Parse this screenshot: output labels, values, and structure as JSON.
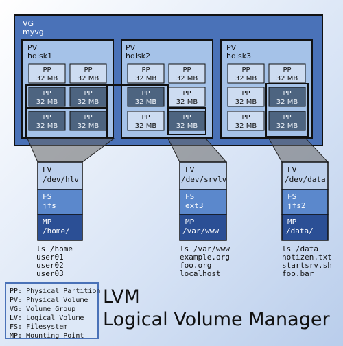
{
  "vg": {
    "label": "VG",
    "name": "myvg"
  },
  "pvs": [
    {
      "label": "PV",
      "name": "hdisk1"
    },
    {
      "label": "PV",
      "name": "hdisk2"
    },
    {
      "label": "PV",
      "name": "hdisk3"
    }
  ],
  "pp": {
    "label": "PP",
    "size": "32 MB"
  },
  "lvs": [
    {
      "lv_label": "LV",
      "lv_path": "/dev/hlv",
      "fs_label": "FS",
      "fs_type": "jfs",
      "mp_label": "MP",
      "mp_path": "/home/",
      "listing": [
        "ls /home",
        "user01",
        "user02",
        "user03"
      ]
    },
    {
      "lv_label": "LV",
      "lv_path": "/dev/srvlv",
      "fs_label": "FS",
      "fs_type": "ext3",
      "mp_label": "MP",
      "mp_path": "/var/www",
      "listing": [
        "ls /var/www",
        "example.org",
        "foo.org",
        "localhost"
      ]
    },
    {
      "lv_label": "LV",
      "lv_path": "/dev/data",
      "fs_label": "FS",
      "fs_type": "jfs2",
      "mp_label": "MP",
      "mp_path": "/data/",
      "listing": [
        "ls /data",
        "notizen.txt",
        "startsrv.sh",
        "foo.bar"
      ]
    }
  ],
  "legend": [
    "PP: Physical Partition",
    "PV: Physical Volume",
    "VG: Volume Group",
    "LV: Logical Volume",
    "FS: Filesystem",
    "MP: Mounting Point"
  ],
  "title": {
    "line1": "LVM",
    "line2": "Logical Volume Manager"
  },
  "colors": {
    "vg_fill": "#4a72b8",
    "pv_fill": "#a5c2e8",
    "pp_fill": "#cddcf1",
    "pp_used": "#4d6480",
    "lv_fill": "#bdd0ec",
    "fs_fill": "#5b88cc",
    "mp_fill": "#2b4f95"
  }
}
